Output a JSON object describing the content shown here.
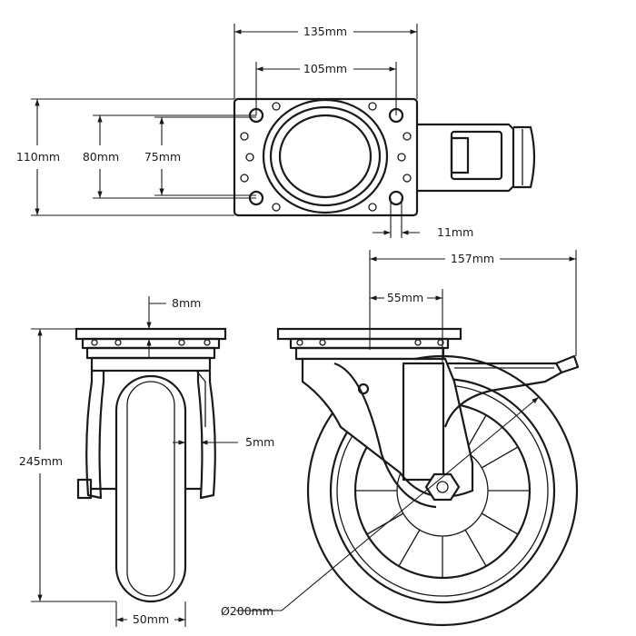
{
  "dimensions": {
    "top_width_outer": "135mm",
    "top_width_holes": "105mm",
    "top_height_outer": "110mm",
    "top_height_holes_a": "80mm",
    "top_height_holes_b": "75mm",
    "slot_width": "11mm",
    "overall_length": "157mm",
    "offset": "55mm",
    "plate_thickness": "8mm",
    "fork_thickness": "5mm",
    "overall_height": "245mm",
    "wheel_width": "50mm",
    "wheel_diameter": "Ø200mm"
  },
  "colors": {
    "line": "#1a1a1a",
    "background": "#ffffff"
  }
}
